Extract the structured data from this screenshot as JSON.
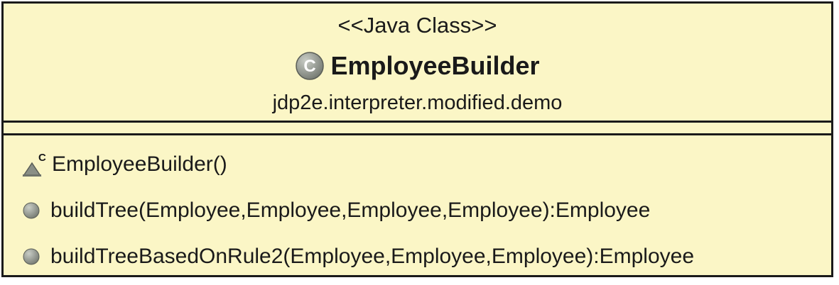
{
  "class": {
    "stereotype": "<<Java Class>>",
    "name": "EmployeeBuilder",
    "package": "jdp2e.interpreter.modified.demo",
    "icon": "class-c-icon"
  },
  "operations": [
    {
      "label": "EmployeeBuilder()",
      "icon": "constructor-icon"
    },
    {
      "label": "buildTree(Employee,Employee,Employee,Employee):Employee",
      "icon": "method-icon"
    },
    {
      "label": "buildTreeBasedOnRule2(Employee,Employee,Employee):Employee",
      "icon": "method-icon"
    }
  ],
  "colors": {
    "fill": "#fbf6c6",
    "border": "#1a1a1a",
    "method_dot": "#8a8f86",
    "class_icon": "#8a8f86"
  }
}
